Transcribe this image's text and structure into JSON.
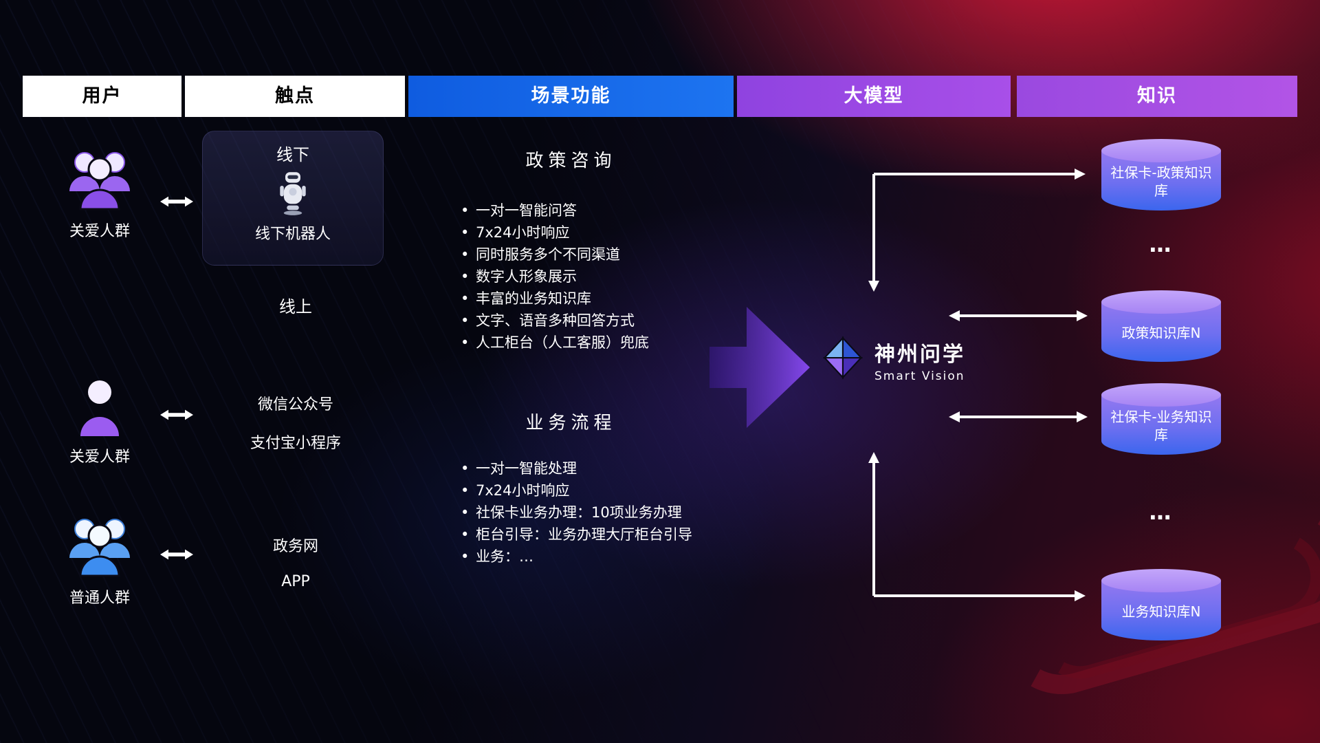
{
  "header": {
    "columns": [
      {
        "label": "用户"
      },
      {
        "label": "触点"
      },
      {
        "label": "场景功能"
      },
      {
        "label": "大模型"
      },
      {
        "label": "知识"
      }
    ]
  },
  "users": {
    "items": [
      {
        "label": "关爱人群"
      },
      {
        "label": "关爱人群"
      },
      {
        "label": "普通人群"
      }
    ]
  },
  "touchpoints": {
    "offline_title": "线下",
    "robot_label": "线下机器人",
    "online_title": "线上",
    "channels": [
      "微信公众号",
      "支付宝小程序",
      "政务网",
      "APP"
    ]
  },
  "functions": {
    "policy": {
      "title": "政策咨询",
      "items": [
        "一对一智能问答",
        "7x24小时响应",
        "同时服务多个不同渠道",
        "数字人形象展示",
        "丰富的业务知识库",
        "文字、语音多种回答方式",
        "人工柜台（人工客服）兜底"
      ]
    },
    "business": {
      "title": "业务流程",
      "items": [
        "一对一智能处理",
        "7x24小时响应",
        "社保卡业务办理：10项业务办理",
        "柜台引导：业务办理大厅柜台引导",
        "业务：…"
      ]
    }
  },
  "model": {
    "brand": "神州问学",
    "subtitle": "Smart Vision"
  },
  "knowledge": {
    "databases": [
      "社保卡-政策知识库",
      "政策知识库N",
      "社保卡-业务知识库",
      "业务知识库N"
    ],
    "ellipsis": "…"
  },
  "colors": {
    "header_blue": "#1565e8",
    "header_purple": "#a04be4",
    "accent_purple": "#8a4bf5",
    "db_top": "#b394f7",
    "db_bottom": "#3b66ee",
    "red_glow": "#c41230",
    "person_purple": "#9b5cf0",
    "person_blue": "#4f9cf2"
  }
}
